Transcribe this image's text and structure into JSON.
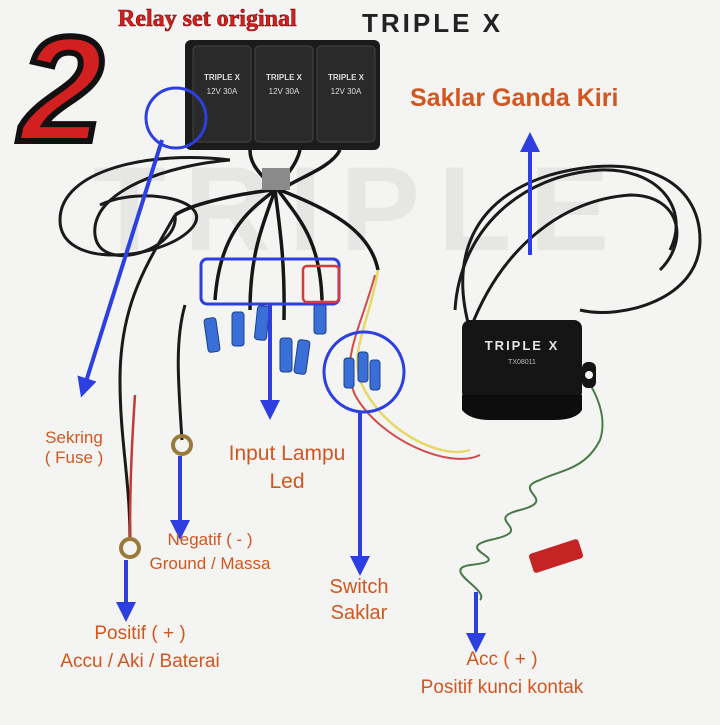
{
  "header": {
    "step_number": "2",
    "title": "Relay set original",
    "brand": "TRIPLE X"
  },
  "relays": [
    {
      "brand": "TRIPLE X",
      "rating": "12V 30A"
    },
    {
      "brand": "TRIPLE X",
      "rating": "12V 30A"
    },
    {
      "brand": "TRIPLE X",
      "rating": "12V 30A"
    }
  ],
  "switch_box": {
    "brand": "TRIPLE X",
    "model": "TX08011"
  },
  "labels": {
    "saklar_ganda": "Saklar Ganda Kiri",
    "sekring_1": "Sekring",
    "sekring_2": "( Fuse )",
    "input_1": "Input Lampu",
    "input_2": "Led",
    "negatif_1": "Negatif ( - )",
    "negatif_2": "Ground / Massa",
    "switch_1": "Switch",
    "switch_2": "Saklar",
    "positif_1": "Positif ( +  )",
    "positif_2": "Accu / Aki / Baterai",
    "acc_1": "Acc ( + )",
    "acc_2": "Positif kunci kontak"
  },
  "colors": {
    "label": "#d2561f",
    "arrow": "#2d3fe0",
    "box_highlight": "#2d3fe0",
    "red_highlight": "#d63b3b",
    "number_fill": "#d21f1f",
    "connector_blue": "#3a6fd8"
  }
}
